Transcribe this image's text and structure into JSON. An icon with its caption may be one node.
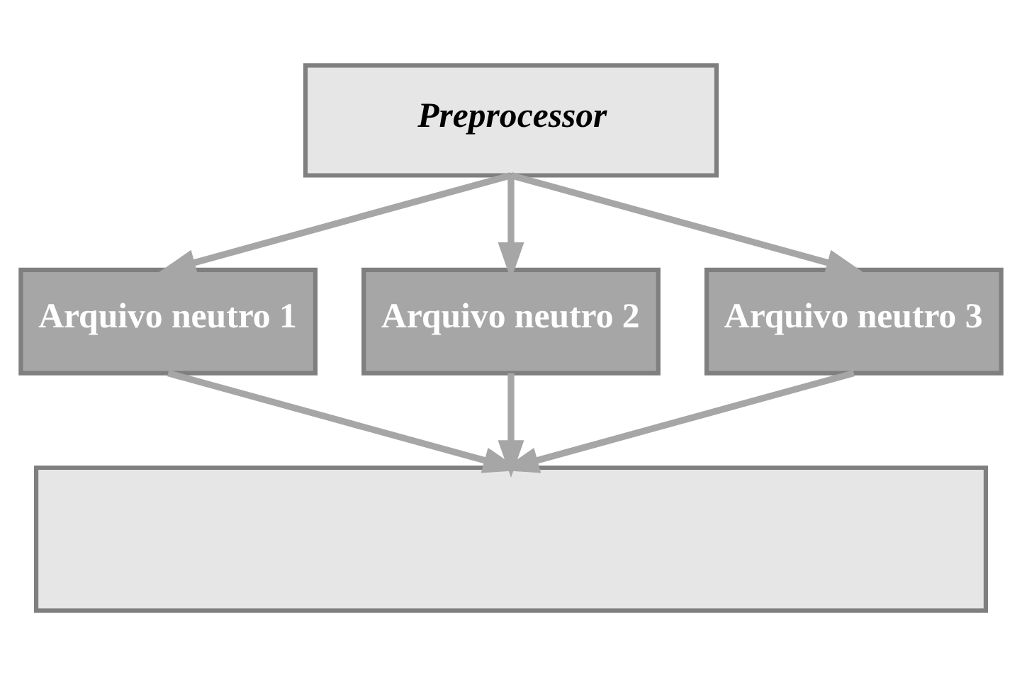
{
  "diagram": {
    "nodes": [
      {
        "text": [
          "Preprocessor"
        ]
      },
      {
        "text": [
          "Arquivo neutro 1"
        ]
      },
      {
        "text": [
          "Arquivo neutro 2"
        ]
      },
      {
        "text": [
          "Arquivo neutro 3"
        ]
      },
      {
        "text": [],
        "shape": "box"
      }
    ],
    "edges": [
      {
        "from": 0,
        "to": 1,
        "arrow": "to"
      },
      {
        "from": 0,
        "to": 2,
        "arrow": "to"
      },
      {
        "from": 0,
        "to": 3,
        "arrow": "to"
      },
      {
        "from": 1,
        "to": 4,
        "arrow": "to"
      },
      {
        "from": 2,
        "to": 4,
        "arrow": "to"
      },
      {
        "from": 3,
        "to": 4,
        "arrow": "to"
      }
    ]
  }
}
